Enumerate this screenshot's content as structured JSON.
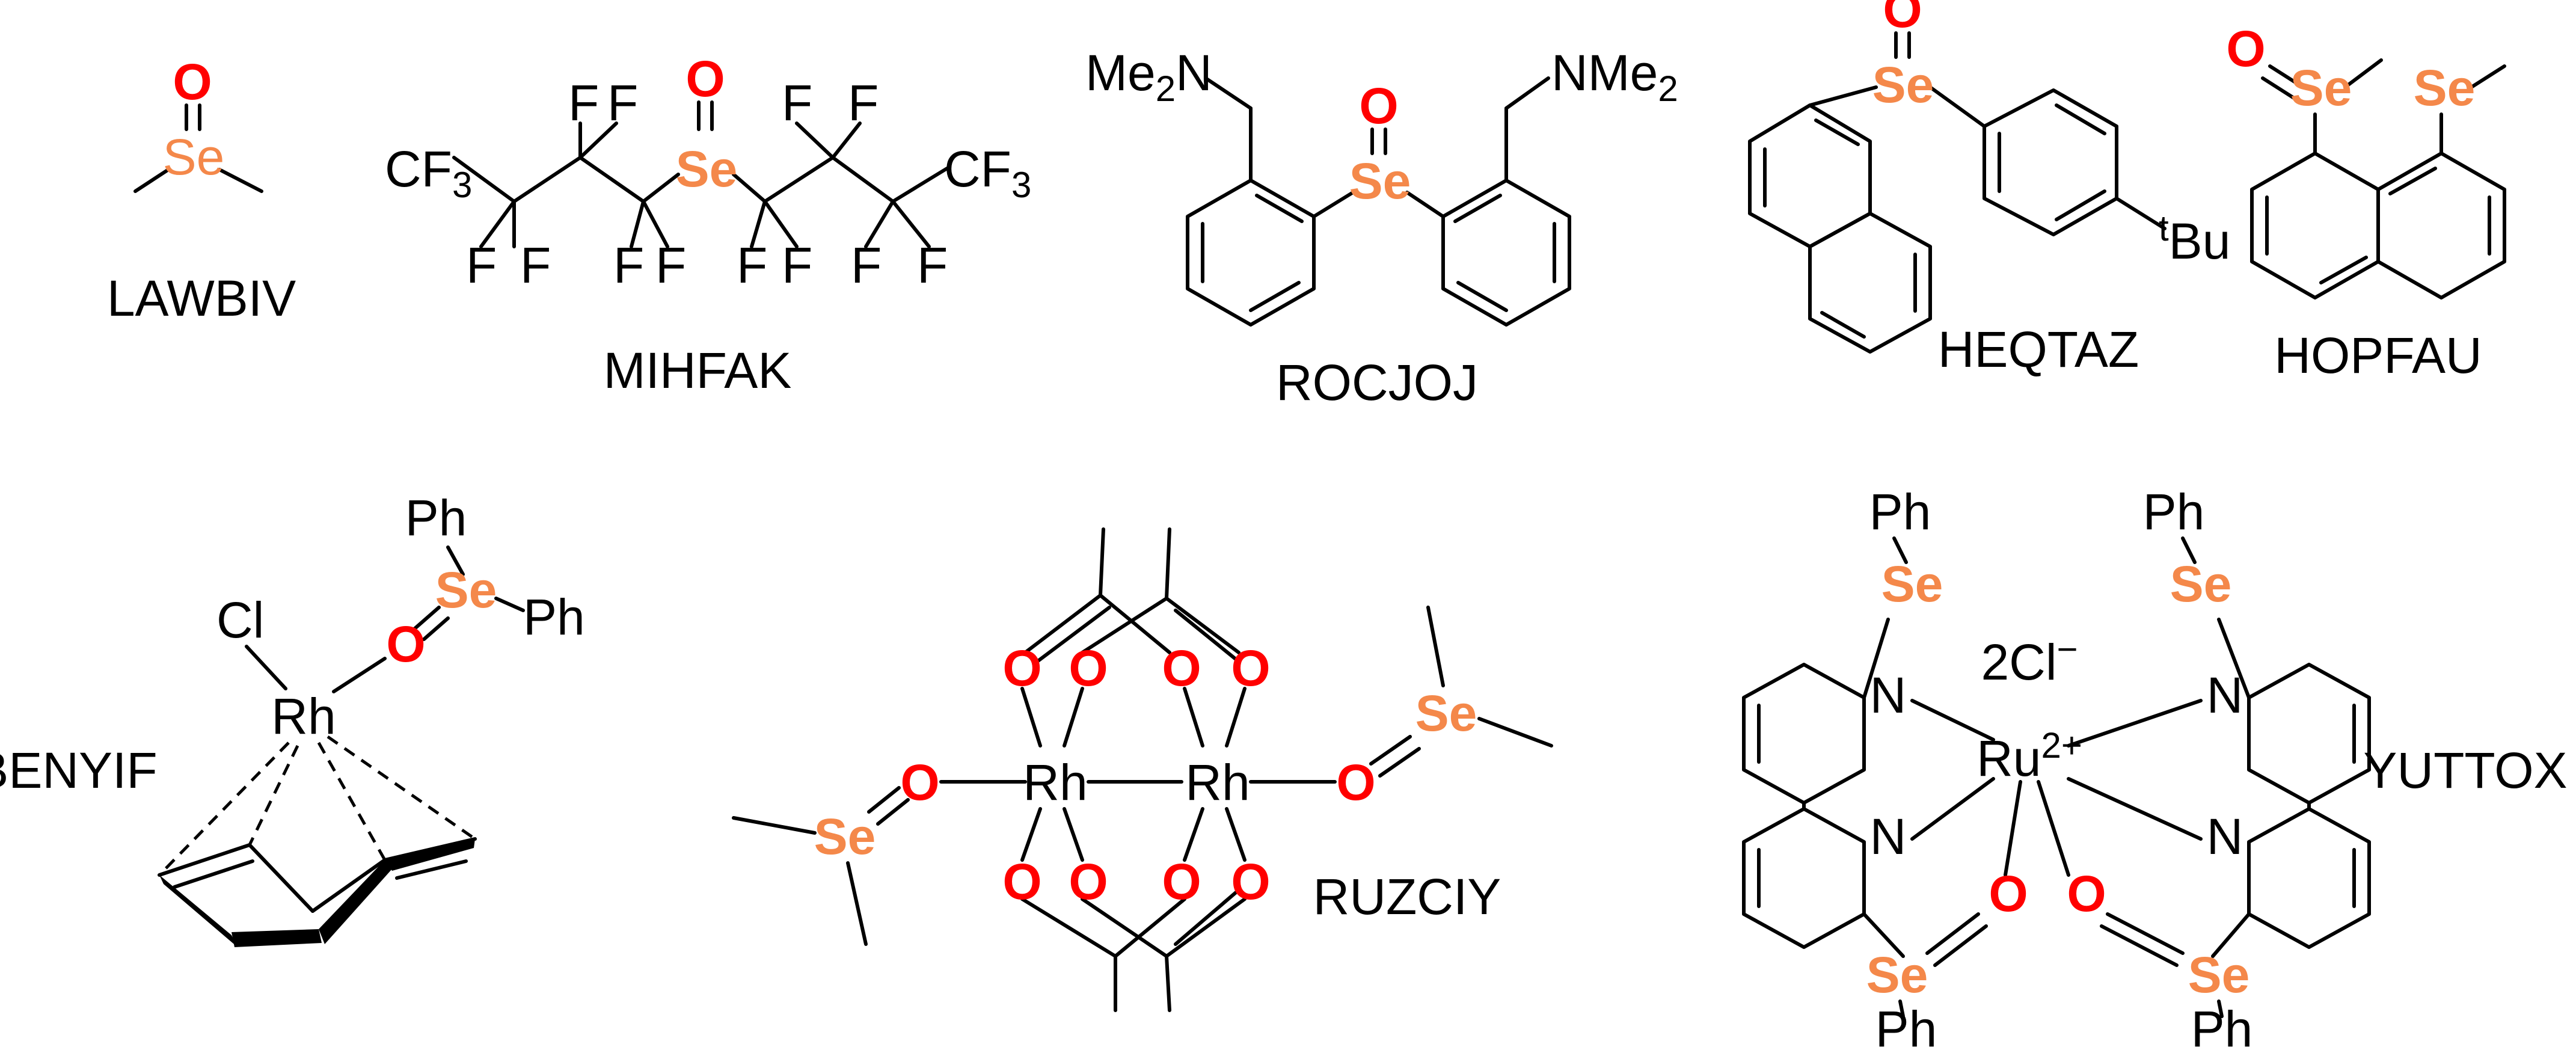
{
  "colors": {
    "oxygen": "#ff0000",
    "selenium": "#f4884a",
    "bond": "#000000"
  },
  "atoms": {
    "o": "O",
    "se": "Se",
    "rh": "Rh",
    "ru": "Ru",
    "n": "N",
    "cl": "Cl"
  },
  "groups": {
    "cf3": "CF",
    "three": "3",
    "f": "F",
    "me2n": "Me",
    "nme2": "NMe",
    "two": "2",
    "tbu_t": "t",
    "tbu": "Bu",
    "ph": "Ph",
    "dicl": "2Cl",
    "minus": "−",
    "plus2": "2+"
  },
  "compounds": [
    "LAWBIV",
    "MIHFAK",
    "ROCJOJ",
    "HEQTAZ",
    "HOPFAU",
    "BENYIF",
    "RUZCIY",
    "YUTTOX"
  ]
}
